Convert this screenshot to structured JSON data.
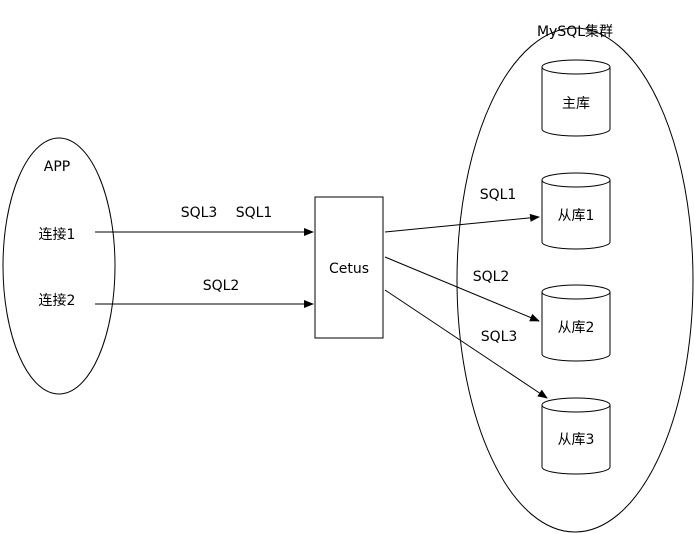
{
  "app": {
    "title": "APP",
    "connections": [
      "连接1",
      "连接2"
    ]
  },
  "proxy": {
    "label": "Cetus"
  },
  "cluster": {
    "title": "MySQL集群",
    "master": "主库",
    "replicas": [
      "从库1",
      "从库2",
      "从库3"
    ]
  },
  "edges": {
    "conn1_label_a": "SQL3",
    "conn1_label_b": "SQL1",
    "conn2_label": "SQL2",
    "to_replica1": "SQL1",
    "to_replica2": "SQL2",
    "to_replica3": "SQL3"
  }
}
